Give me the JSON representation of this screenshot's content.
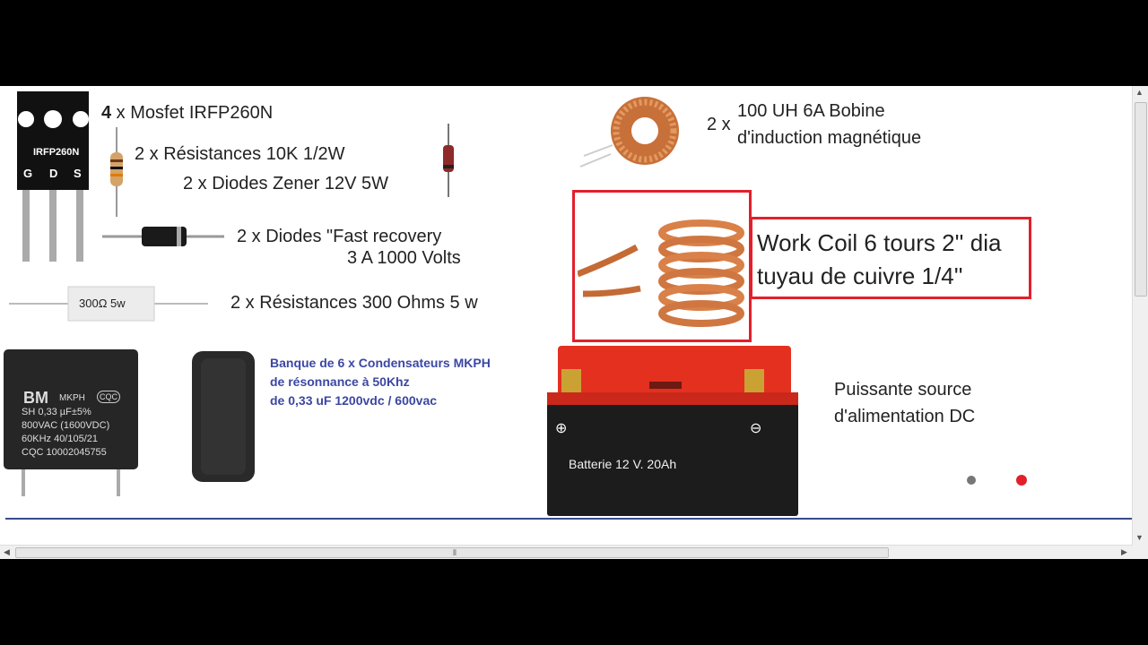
{
  "components": {
    "mosfet": {
      "qty": "4",
      "text": " x Mosfet IRFP260N",
      "chip_label": "IRFP260N",
      "pins": [
        "G",
        "D",
        "S"
      ]
    },
    "resistor_10k": "2 x Résistances 10K 1/2W",
    "zener": "2 x Diodes Zener 12V  5W",
    "fast_recovery_line1": "2 x Diodes \"Fast recovery",
    "fast_recovery_line2": "3 A  1000  Volts",
    "resistor_300": "2 x Résistances 300 Ohms 5 w",
    "resistor_300_label": "300Ω 5w",
    "capacitor_label": {
      "brand": "BM",
      "model": "MKPH",
      "cert": "CQC",
      "line1": "SH   0,33 µF±5%",
      "line2": "800VAC (1600VDC)",
      "line3": "60KHz      40/105/21",
      "line4": "CQC 10002045755"
    },
    "banque": [
      "Banque de 6 x Condensateurs MKPH",
      "de résonnance à 50Khz",
      "de 0,33 uF 1200vdc / 600vac"
    ],
    "inductor_qty": "2 x",
    "inductor_line1": "100 UH 6A Bobine",
    "inductor_line2": "d'induction magnétique",
    "work_coil_line1": "Work Coil 6 tours 2'' dia",
    "work_coil_line2": "tuyau de cuivre 1/4''",
    "battery_label": "Batterie 12 V. 20Ah",
    "battery_plus": "⊕",
    "battery_minus": "⊖",
    "power_line1": "Puissante source",
    "power_line2": "d'alimentation DC"
  },
  "slide_dots": [
    "#777777",
    "#e1202b"
  ],
  "scrollbar": {
    "grip": "⦀"
  }
}
